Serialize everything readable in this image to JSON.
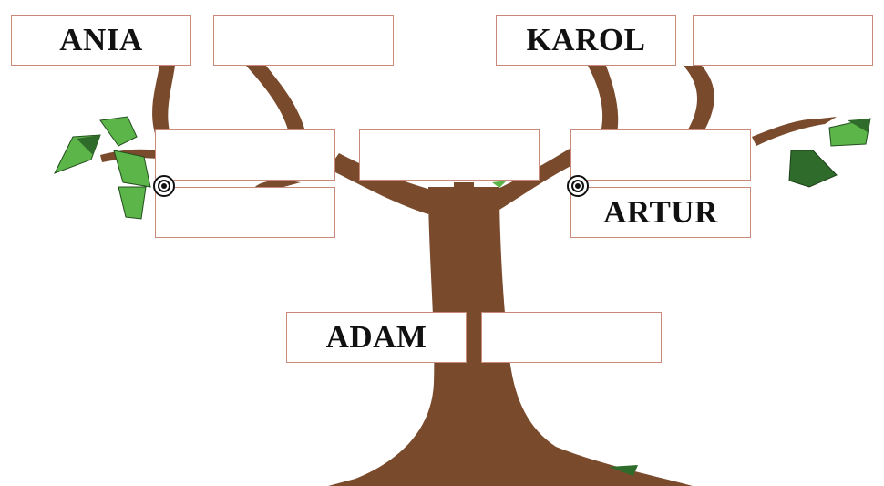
{
  "colors": {
    "trunk": "#7a4a2c",
    "leaf_light": "#5cb548",
    "leaf_dark": "#2f6b2a",
    "box_border": "#c98a7a"
  },
  "family_tree": {
    "grandparents_left": {
      "left": "ANIA",
      "right": ""
    },
    "grandparents_right": {
      "left": "KAROL",
      "right": ""
    },
    "parents_left": {
      "top": "",
      "bottom": ""
    },
    "parents_middle": {
      "top": ""
    },
    "parents_right": {
      "top": "",
      "bottom": "ARTUR"
    },
    "child": {
      "left": "ADAM",
      "right": ""
    }
  },
  "icons": [
    "ring-icon",
    "ring-icon"
  ]
}
